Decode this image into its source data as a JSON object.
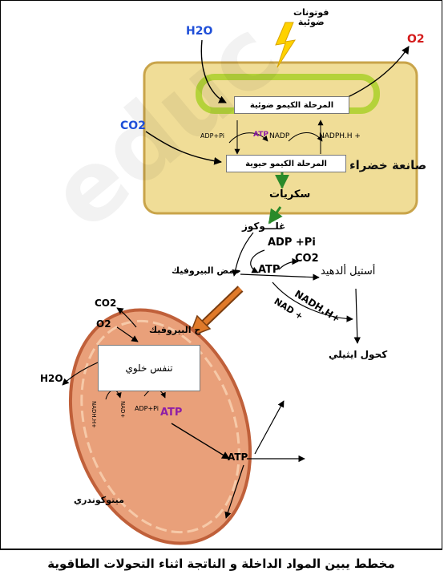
{
  "watermark": "educ",
  "chloroplast": {
    "label": "صانعة خضراء",
    "photochemical_phase": "المرحلة الكيمو ضوئية",
    "biochemical_phase": "المرحلة الكيمو حيوية",
    "sugars": "سكريات"
  },
  "inputs": {
    "photons": "فوتونات\nضوئية",
    "h2o": "H2O",
    "o2": "O2",
    "co2": "CO2"
  },
  "cofactors": {
    "adp_pi_small": "ADP+Pi",
    "atp_small": "ATP",
    "nadp": "NADP",
    "nadph": "NADPH.H +"
  },
  "glycolysis": {
    "glucose": "غلـــوكوز",
    "adp_pi": "ADP +Pi",
    "atp": "ATP",
    "pyruvic_acid": "حمض البيروفيك",
    "co2": "CO2",
    "acetaldehyde": "أستيل ألدهيد",
    "nadh": "NADH.H+",
    "nad": "NAD +",
    "ethanol": "كحول ايثيلي"
  },
  "mitochondrion": {
    "pyruvic_in": "ح البيروفيك",
    "co2_out": "CO2",
    "o2_in": "O2",
    "respiration": "تنفس خلوي",
    "h2o_out": "H2O",
    "nadh_small": "NADH.H+",
    "nad_small": "NAD+",
    "adp_pi_small": "ADP+Pi",
    "atp": "ATP",
    "label": "ميتوكوندري",
    "atp_out": "ATP"
  },
  "caption": "مخطط يبين المواد الداخلة و الناتجة اثناء التحولات الطاقوية",
  "colors": {
    "chloroplast_fill": "#f0dd97",
    "chloroplast_border": "#c9a44a",
    "thylakoid": "#b5d23a",
    "mito_fill": "#e9a07a",
    "mito_border": "#c0603a",
    "blue_label": "#1f4fd8",
    "red_label": "#d41c1c",
    "atp_color": "#8e1ea6",
    "orange_arrow": "#e07a2a",
    "green_arrow": "#2a8a2a"
  }
}
